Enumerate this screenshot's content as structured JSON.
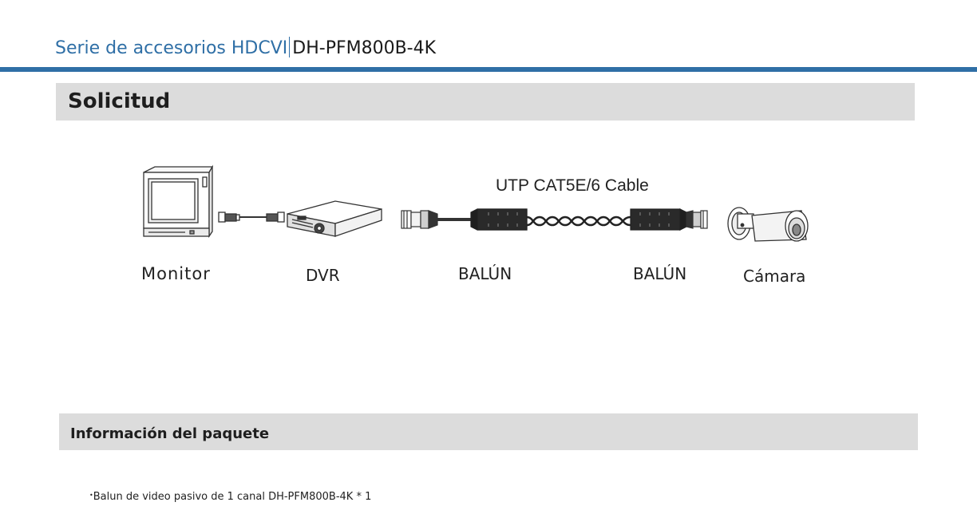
{
  "header": {
    "series": "Serie de accesorios HDCVI",
    "model": "DH-PFM800B-4K"
  },
  "application": {
    "title": "Solicitud",
    "cable_label": "UTP CAT5E/6 Cable",
    "labels": {
      "monitor": "Monitor",
      "dvr": "DVR",
      "balun_left": "BALÚN",
      "balun_right": "BALÚN",
      "camera": "Cámara"
    },
    "icons": [
      "monitor-icon",
      "dvr-icon",
      "bnc-connector-icon",
      "balun-icon",
      "twisted-pair-cable-icon",
      "camera-icon"
    ]
  },
  "package": {
    "title": "Información del paquete",
    "items": [
      {
        "bullet": "•",
        "text": "Balun de video pasivo de 1 canal DH-PFM800B-4K * 1"
      }
    ]
  },
  "colors": {
    "accent": "#2f6fa6",
    "section_bg": "#dcdcdc"
  }
}
